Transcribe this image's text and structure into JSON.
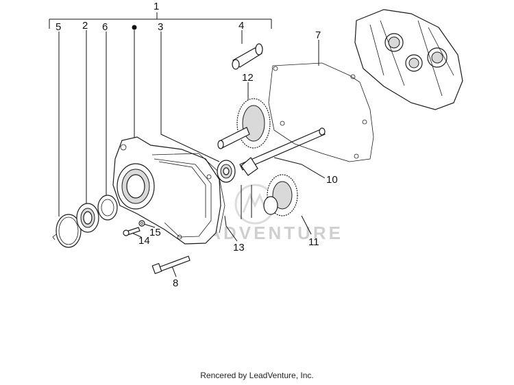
{
  "diagram": {
    "callouts": [
      {
        "id": "1",
        "label": "1"
      },
      {
        "id": "2",
        "label": "2"
      },
      {
        "id": "3",
        "label": "3"
      },
      {
        "id": "4",
        "label": "4"
      },
      {
        "id": "5",
        "label": "5"
      },
      {
        "id": "6",
        "label": "6"
      },
      {
        "id": "7",
        "label": "7"
      },
      {
        "id": "8",
        "label": "8"
      },
      {
        "id": "10",
        "label": "10"
      },
      {
        "id": "11",
        "label": "11"
      },
      {
        "id": "12",
        "label": "12"
      },
      {
        "id": "13",
        "label": "13"
      },
      {
        "id": "14",
        "label": "14"
      },
      {
        "id": "15",
        "label": "15"
      }
    ],
    "watermark": "LEADVENTURE"
  },
  "footer": {
    "text": "Rencered by LeadVenture, Inc."
  },
  "colors": {
    "line": "#1a1a1a",
    "watermark": "#cfcfcf",
    "background": "#ffffff"
  }
}
